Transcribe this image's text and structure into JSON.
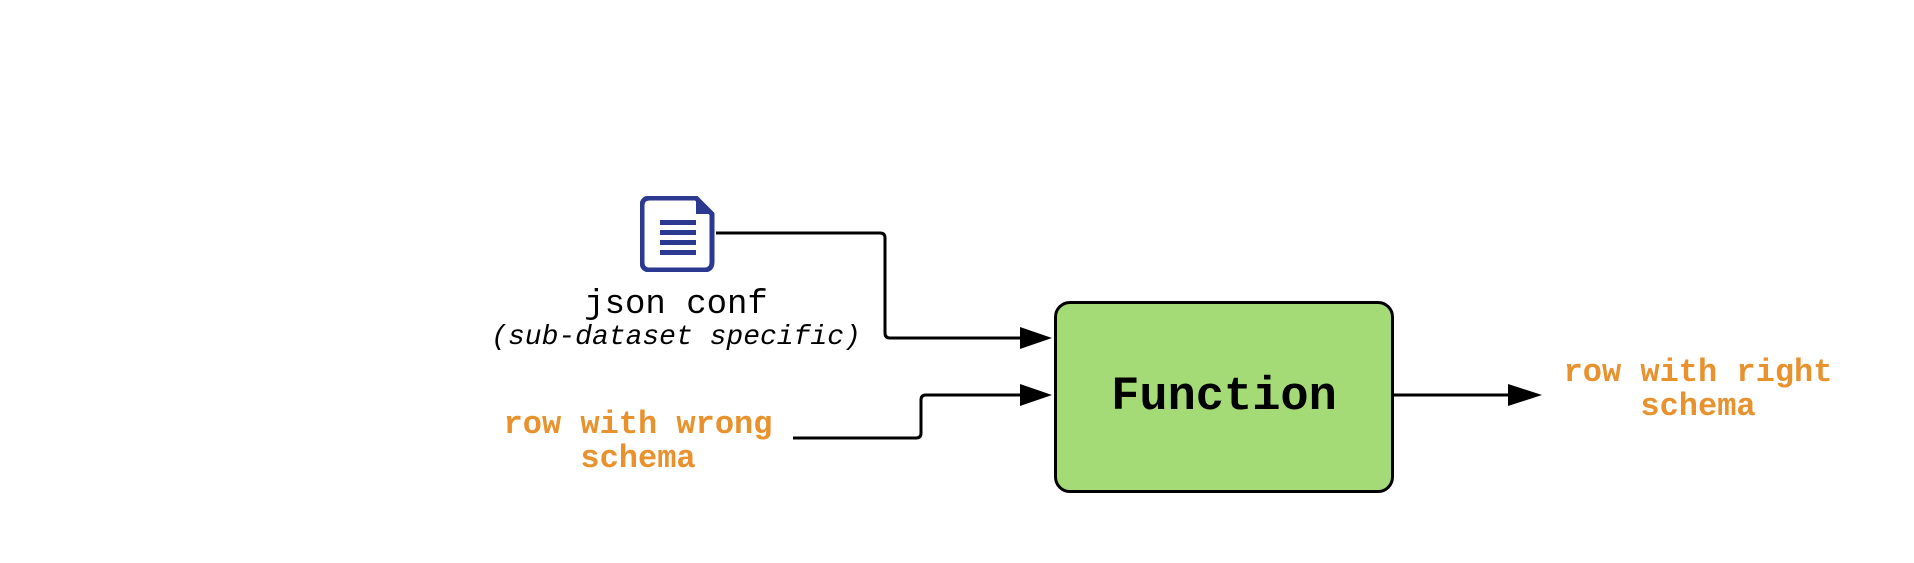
{
  "diagram": {
    "function_box": {
      "label": "Function",
      "fill": "#A5DB77"
    },
    "config": {
      "icon": "document-icon",
      "icon_color": "#2B3990",
      "title": "json conf",
      "subtitle": "(sub-dataset specific)"
    },
    "input": {
      "line1": "row with wrong",
      "line2": "schema",
      "color": "#E8912D"
    },
    "output": {
      "line1": "row with right",
      "line2": "schema",
      "color": "#E8912D"
    }
  }
}
